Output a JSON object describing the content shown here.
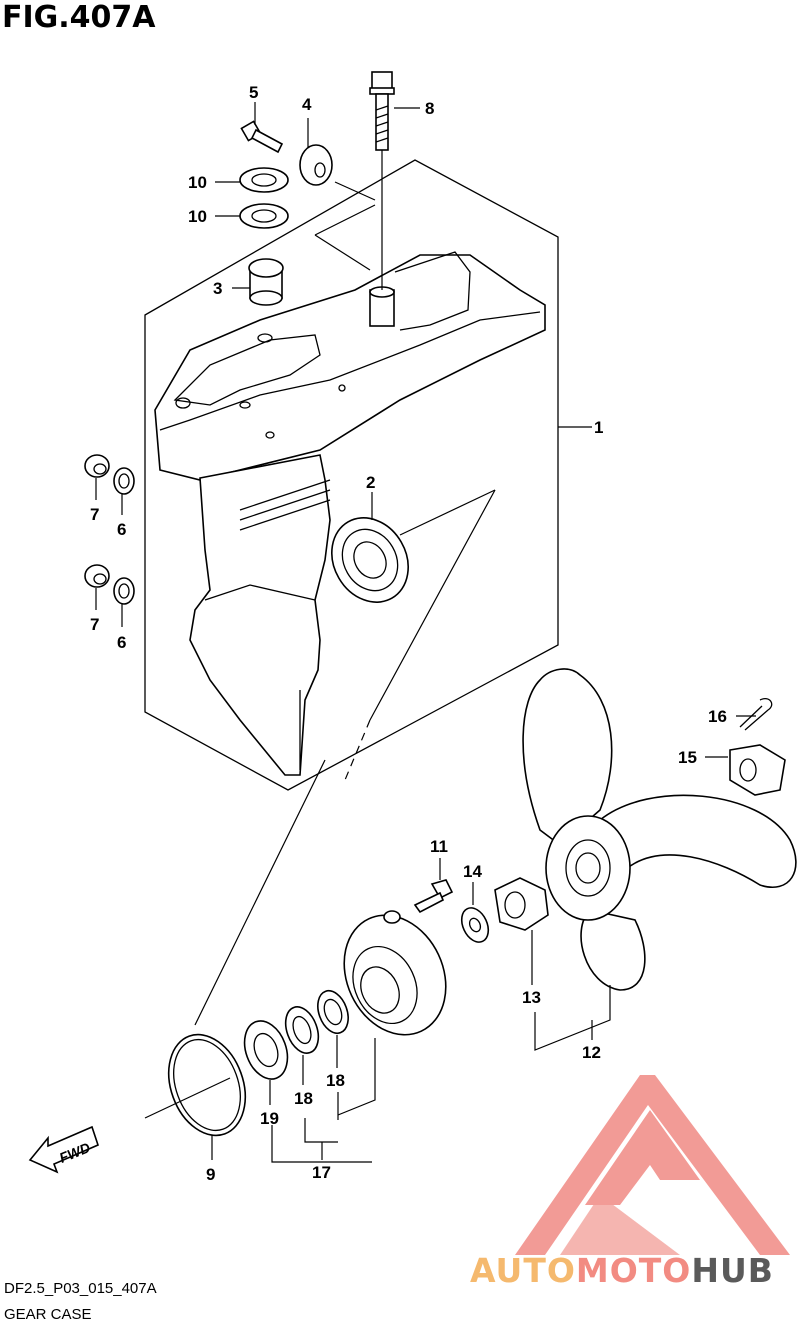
{
  "figure_title": "FIG.407A",
  "drawing_code": "DF2.5_P03_015_407A",
  "caption": "GEAR CASE",
  "fwd_label": "FWD",
  "callouts": {
    "c1": "1",
    "c2": "2",
    "c3": "3",
    "c4": "4",
    "c5": "5",
    "c6a": "6",
    "c6b": "6",
    "c7a": "7",
    "c7b": "7",
    "c8": "8",
    "c9": "9",
    "c10a": "10",
    "c10b": "10",
    "c11": "11",
    "c12": "12",
    "c13": "13",
    "c14": "14",
    "c15": "15",
    "c16": "16",
    "c17": "17",
    "c18a": "18",
    "c18b": "18",
    "c19": "19"
  },
  "watermark": {
    "part1": "AUTO",
    "part2": "MOTO",
    "part3": "HUB",
    "color_auto": "#f5b96e",
    "color_moto": "#f28b82",
    "color_hub": "#5a5a5a",
    "color_logo": "#f08a84"
  }
}
